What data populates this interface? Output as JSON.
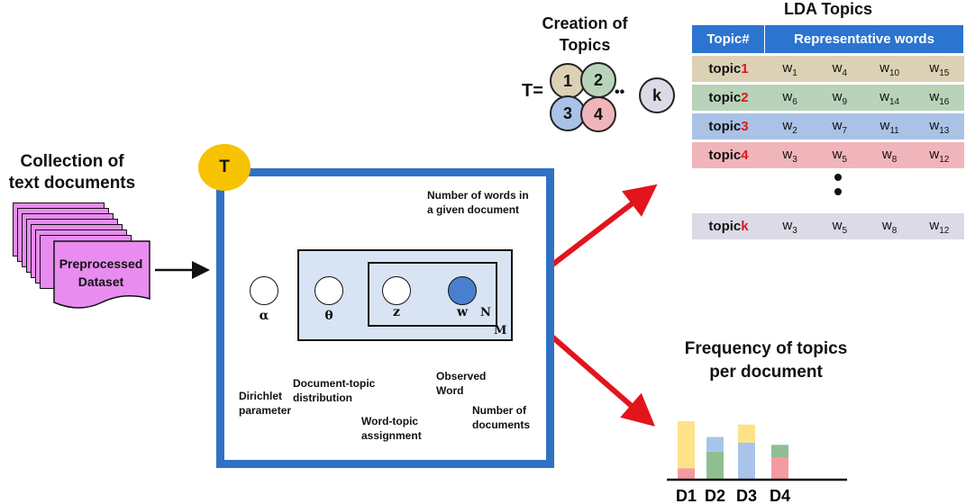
{
  "documents": {
    "title_line1": "Collection of",
    "title_line2": "text documents",
    "front_line1": "Preprocessed",
    "front_line2": "Dataset"
  },
  "plate": {
    "badge": "T",
    "alpha": "α",
    "theta": "θ",
    "z": "z",
    "w": "w",
    "n_label": "N",
    "m_label": "M",
    "words_count_line1": "Number of words in",
    "words_count_line2": "a given document",
    "dirichlet_line1": "Dirichlet",
    "dirichlet_line2": "parameter",
    "doc_topic_line1": "Document-topic",
    "doc_topic_line2": "distribution",
    "word_topic_line1": "Word-topic",
    "word_topic_line2": "assignment",
    "observed_line1": "Observed",
    "observed_line2": "Word",
    "num_docs_line1": "Number of",
    "num_docs_line2": "documents"
  },
  "creation": {
    "title_line1": "Creation of",
    "title_line2": "Topics",
    "t_equals": "T=",
    "circles": [
      "1",
      "2",
      "3",
      "4",
      "k"
    ],
    "ellipsis": "••"
  },
  "lda": {
    "title": "LDA Topics",
    "header_topic": "Topic#",
    "header_words": "Representative words",
    "rows": [
      {
        "prefix": "topic",
        "num": "1",
        "words": [
          [
            "w",
            "1"
          ],
          [
            "w",
            "4"
          ],
          [
            "w",
            "10"
          ],
          [
            "w",
            "15"
          ]
        ],
        "bg": "#dcd1b4"
      },
      {
        "prefix": "topic",
        "num": "2",
        "words": [
          [
            "w",
            "6"
          ],
          [
            "w",
            "9"
          ],
          [
            "w",
            "14"
          ],
          [
            "w",
            "16"
          ]
        ],
        "bg": "#b8d3b9"
      },
      {
        "prefix": "topic",
        "num": "3",
        "words": [
          [
            "w",
            "2"
          ],
          [
            "w",
            "7"
          ],
          [
            "w",
            "11"
          ],
          [
            "w",
            "13"
          ]
        ],
        "bg": "#aac2e6"
      },
      {
        "prefix": "topic",
        "num": "4",
        "words": [
          [
            "w",
            "3"
          ],
          [
            "w",
            "5"
          ],
          [
            "w",
            "8"
          ],
          [
            "w",
            "12"
          ]
        ],
        "bg": "#f0b5ba"
      },
      {
        "prefix": "topic",
        "num": "k",
        "words": [
          [
            "w",
            "3"
          ],
          [
            "w",
            "5"
          ],
          [
            "w",
            "8"
          ],
          [
            "w",
            "12"
          ]
        ],
        "bg": "#dcdae6"
      }
    ]
  },
  "frequency": {
    "title_line1": "Frequency of topics",
    "title_line2": "per document",
    "docs": [
      "D1",
      "D2",
      "D3",
      "D4"
    ],
    "colors": {
      "topic1": "#fde28a",
      "topic2": "#8fbf90",
      "topic3": "#a8c4ea",
      "topic4": "#f59aa0"
    },
    "stacks": [
      [
        {
          "topic": "topic4",
          "value": 1
        },
        {
          "topic": "topic1",
          "value": 4.2
        }
      ],
      [
        {
          "topic": "topic2",
          "value": 2.5
        },
        {
          "topic": "topic3",
          "value": 1.3
        }
      ],
      [
        {
          "topic": "topic3",
          "value": 3.3
        },
        {
          "topic": "topic1",
          "value": 1.6
        }
      ],
      [
        {
          "topic": "topic4",
          "value": 2
        },
        {
          "topic": "topic2",
          "value": 1.1
        }
      ]
    ]
  },
  "colors": {
    "plate_border": "#2f72c4",
    "badge": "#f7c200",
    "arrow_red": "#e3141b",
    "table_header": "#2b74d0",
    "doc_pink": "#e88cf0"
  }
}
